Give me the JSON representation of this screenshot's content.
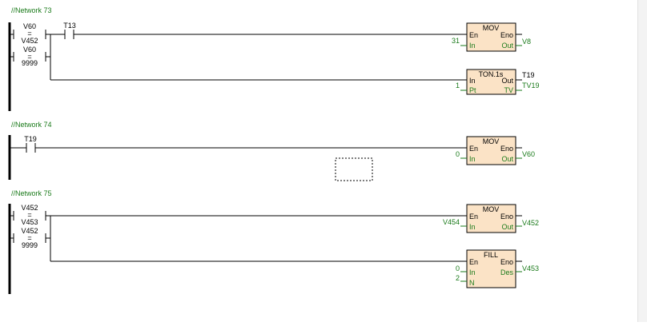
{
  "networks": [
    {
      "title": "//Network 73",
      "contacts": [
        {
          "lines": [
            "V60",
            "=",
            "V452"
          ]
        },
        {
          "lines": [
            "V60",
            "=",
            "9999"
          ]
        },
        {
          "lines": [
            "T13"
          ]
        }
      ],
      "blocks": [
        {
          "name": "MOV",
          "pins": [
            "En",
            "Eno",
            "In",
            "Out"
          ],
          "inputs": [
            "31"
          ],
          "output": "V8"
        },
        {
          "name": "TON.1s",
          "pins": [
            "In",
            "Out",
            "Pt",
            "TV"
          ],
          "inputs": [
            "1"
          ],
          "outputs": [
            "T19",
            "TV19"
          ]
        }
      ]
    },
    {
      "title": "//Network 74",
      "contacts": [
        {
          "lines": [
            "T19"
          ]
        }
      ],
      "blocks": [
        {
          "name": "MOV",
          "pins": [
            "En",
            "Eno",
            "In",
            "Out"
          ],
          "inputs": [
            "0"
          ],
          "output": "V60"
        }
      ]
    },
    {
      "title": "//Network 75",
      "contacts": [
        {
          "lines": [
            "V452",
            "=",
            "V453"
          ]
        },
        {
          "lines": [
            "V452",
            "=",
            "9999"
          ]
        }
      ],
      "blocks": [
        {
          "name": "MOV",
          "pins": [
            "En",
            "Eno",
            "In",
            "Out"
          ],
          "inputs": [
            "V454"
          ],
          "output": "V452"
        },
        {
          "name": "FILL",
          "pins": [
            "En",
            "Eno",
            "In",
            "Des",
            "N"
          ],
          "inputs": [
            "0",
            "2"
          ],
          "output": "V453"
        }
      ]
    }
  ]
}
